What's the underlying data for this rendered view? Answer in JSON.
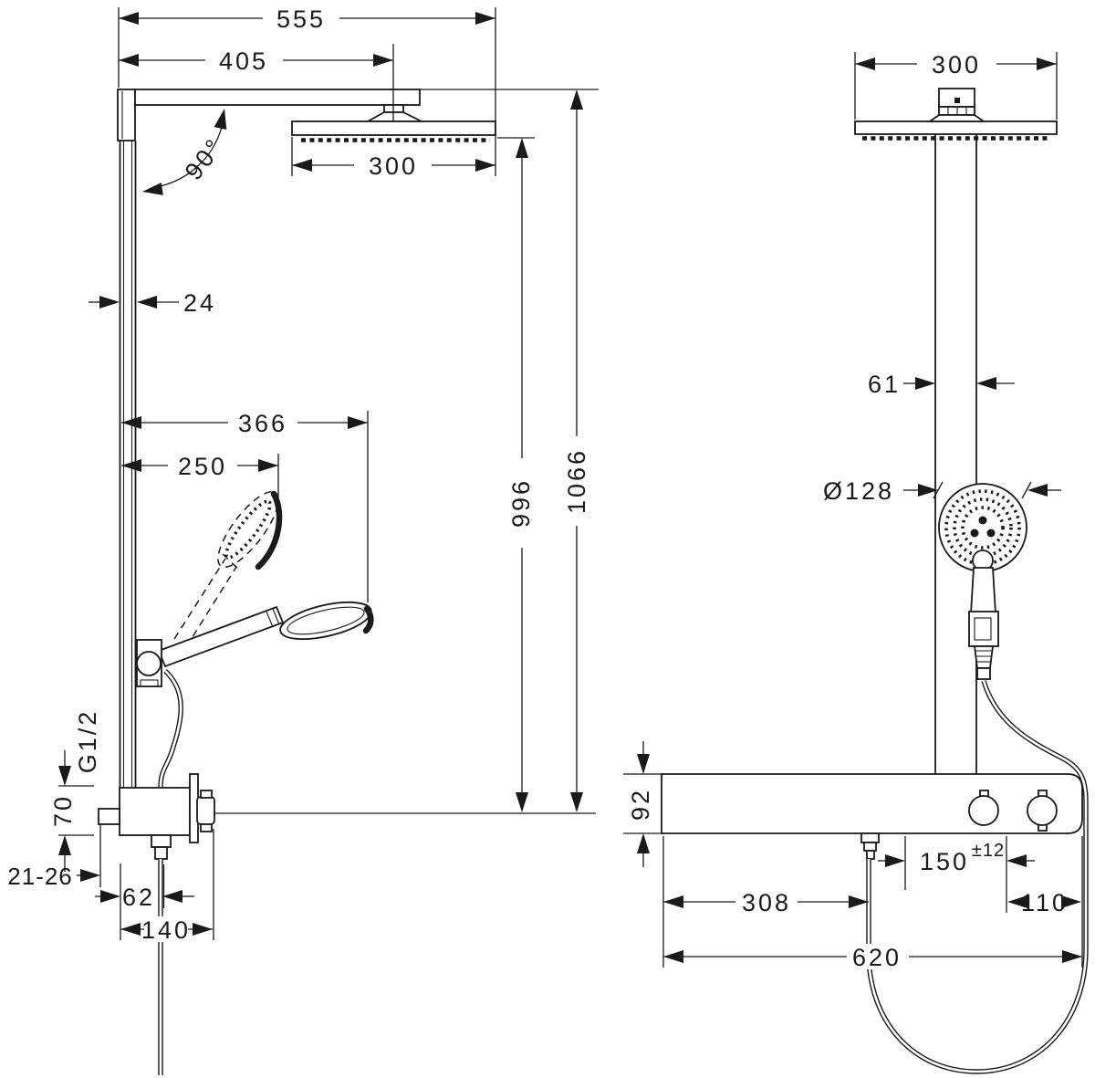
{
  "drawing": {
    "type": "technical-dimension-drawing",
    "subject": "shower-system-side-and-front-views",
    "colors": {
      "line": "#1a1a1a",
      "background": "#ffffff"
    },
    "left": {
      "d555": "555",
      "d405": "405",
      "d300": "300",
      "a90": "90°",
      "d24": "24",
      "d366": "366",
      "d250": "250",
      "d996": "996",
      "d1066": "1066",
      "g12": "G1/2",
      "d70": "70",
      "d2126": "21-26",
      "d62": "62",
      "d140": "140"
    },
    "right": {
      "d300": "300",
      "d61": "61",
      "d128": "Ø128",
      "d92": "92",
      "d150": "150",
      "d150tol": "±12",
      "d308": "308",
      "d110": "110",
      "d620": "620"
    }
  }
}
